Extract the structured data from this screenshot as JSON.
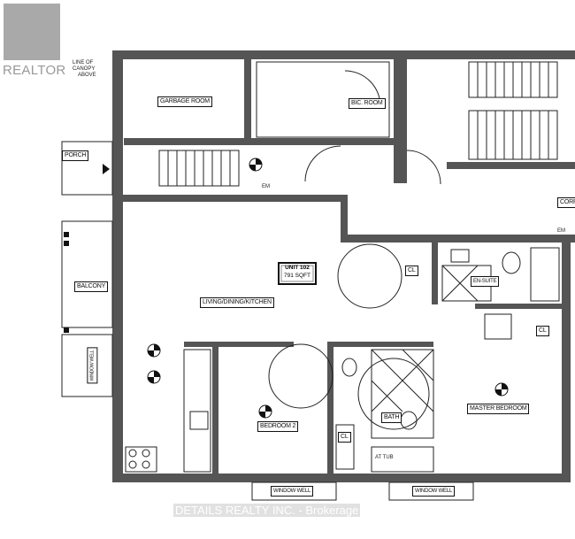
{
  "logo": {
    "text": "REALTOR"
  },
  "watermark": {
    "company": "DETAILS REALTY INC.",
    "suffix": "Brokerage"
  },
  "annotations": {
    "canopy": [
      "LINE OF",
      "CANOPY",
      "ABOVE"
    ],
    "em1": "EM",
    "em2": "EM"
  },
  "unit": {
    "name": "UNIT 102",
    "area": "791 SQFT"
  },
  "rooms": {
    "garbage": "GARBAGE ROOM",
    "bic": "BIC. ROOM",
    "porch": "PORCH",
    "balcony": "BALCONY",
    "window_well_left": "WINDOW WELL",
    "living": "LIVING/DINING/KITCHEN",
    "bedroom2": "BEDROOM 2",
    "bath": "BATH",
    "master": "MASTER BEDROOM",
    "ensuite": "EN-SUITE",
    "closet1": "CL",
    "closet2": "CL",
    "closet3": "CL",
    "corridor": "CORR",
    "window_well_1": "WINDOW WELL",
    "window_well_2": "WINDOW WELL",
    "tub": "AT TUB"
  },
  "colors": {
    "wall": "#555555",
    "line": "#222222",
    "logo": "#a9a9a9"
  }
}
